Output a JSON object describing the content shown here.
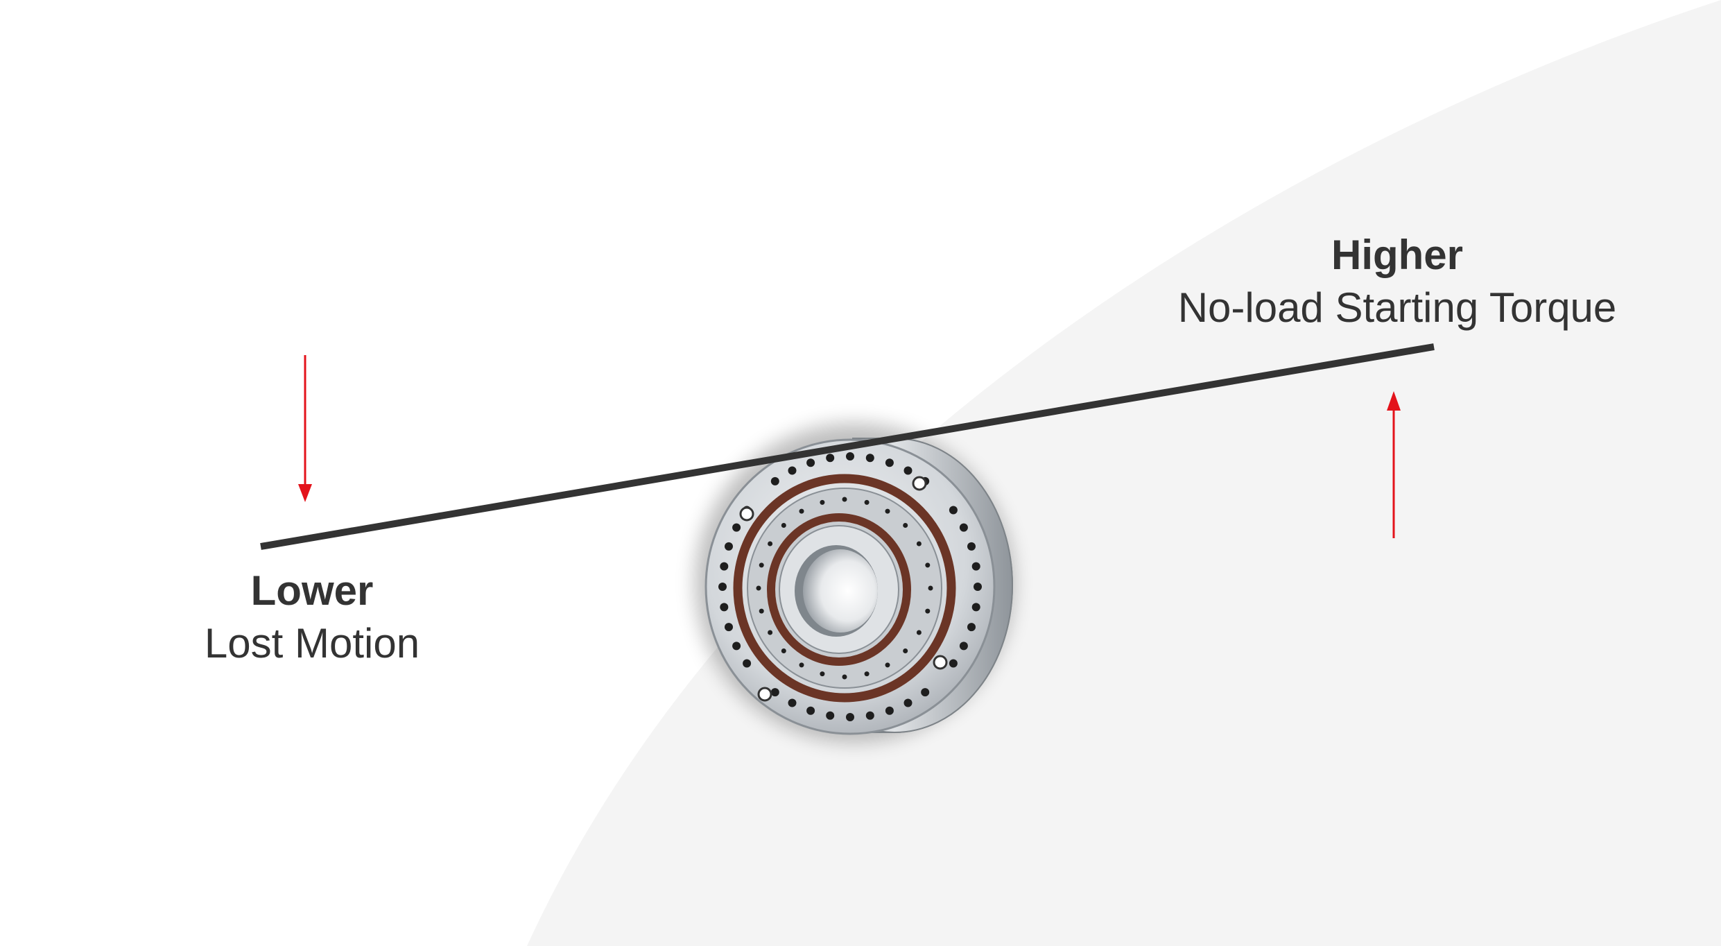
{
  "lower": {
    "heading": "Lower",
    "caption": "Lost Motion"
  },
  "higher": {
    "heading": "Higher",
    "caption": "No-load Starting Torque"
  },
  "colors": {
    "background": "#ffffff",
    "curve_region": "#f4f4f4",
    "lever_bar": "#333333",
    "arrow": "#e3131b",
    "text": "#333333",
    "seal_ring": "#6b3526",
    "bearing_face": "#d6d9dc"
  },
  "icons": {
    "pivot": "harmonic-drive-gear-unit-icon",
    "down_arrow": "down-arrow-icon",
    "up_arrow": "up-arrow-icon"
  }
}
